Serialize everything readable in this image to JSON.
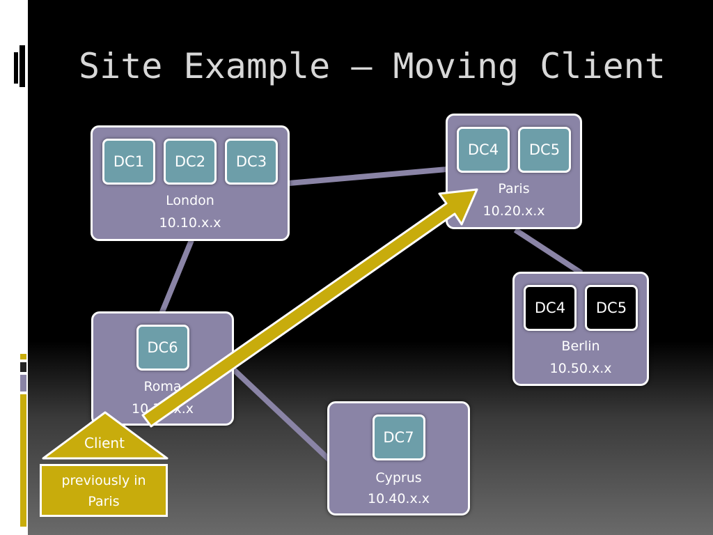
{
  "slide": {
    "title": "Site Example – Moving Client"
  },
  "sites": {
    "london": {
      "name": "London",
      "subnet": "10.10.x.x",
      "dcs": [
        "DC1",
        "DC2",
        "DC3"
      ]
    },
    "paris": {
      "name": "Paris",
      "subnet": "10.20.x.x",
      "dcs": [
        "DC4",
        "DC5"
      ]
    },
    "berlin": {
      "name": "Berlin",
      "subnet": "10.50.x.x",
      "dcs": [
        "DC4",
        "DC5"
      ]
    },
    "roma": {
      "name": "Roma",
      "subnet": "10.30.x.x",
      "dcs": [
        "DC6"
      ]
    },
    "cyprus": {
      "name": "Cyprus",
      "subnet": "10.40.x.x",
      "dcs": [
        "DC7"
      ]
    }
  },
  "client": {
    "label": "Client",
    "note": "previously in Paris"
  },
  "colors": {
    "site_fill": "#8a84a6",
    "dc_fill": "#6d9ea9",
    "dc_offline_fill": "#000000",
    "link": "#8a84a6",
    "arrow": "#c8ac0c"
  }
}
